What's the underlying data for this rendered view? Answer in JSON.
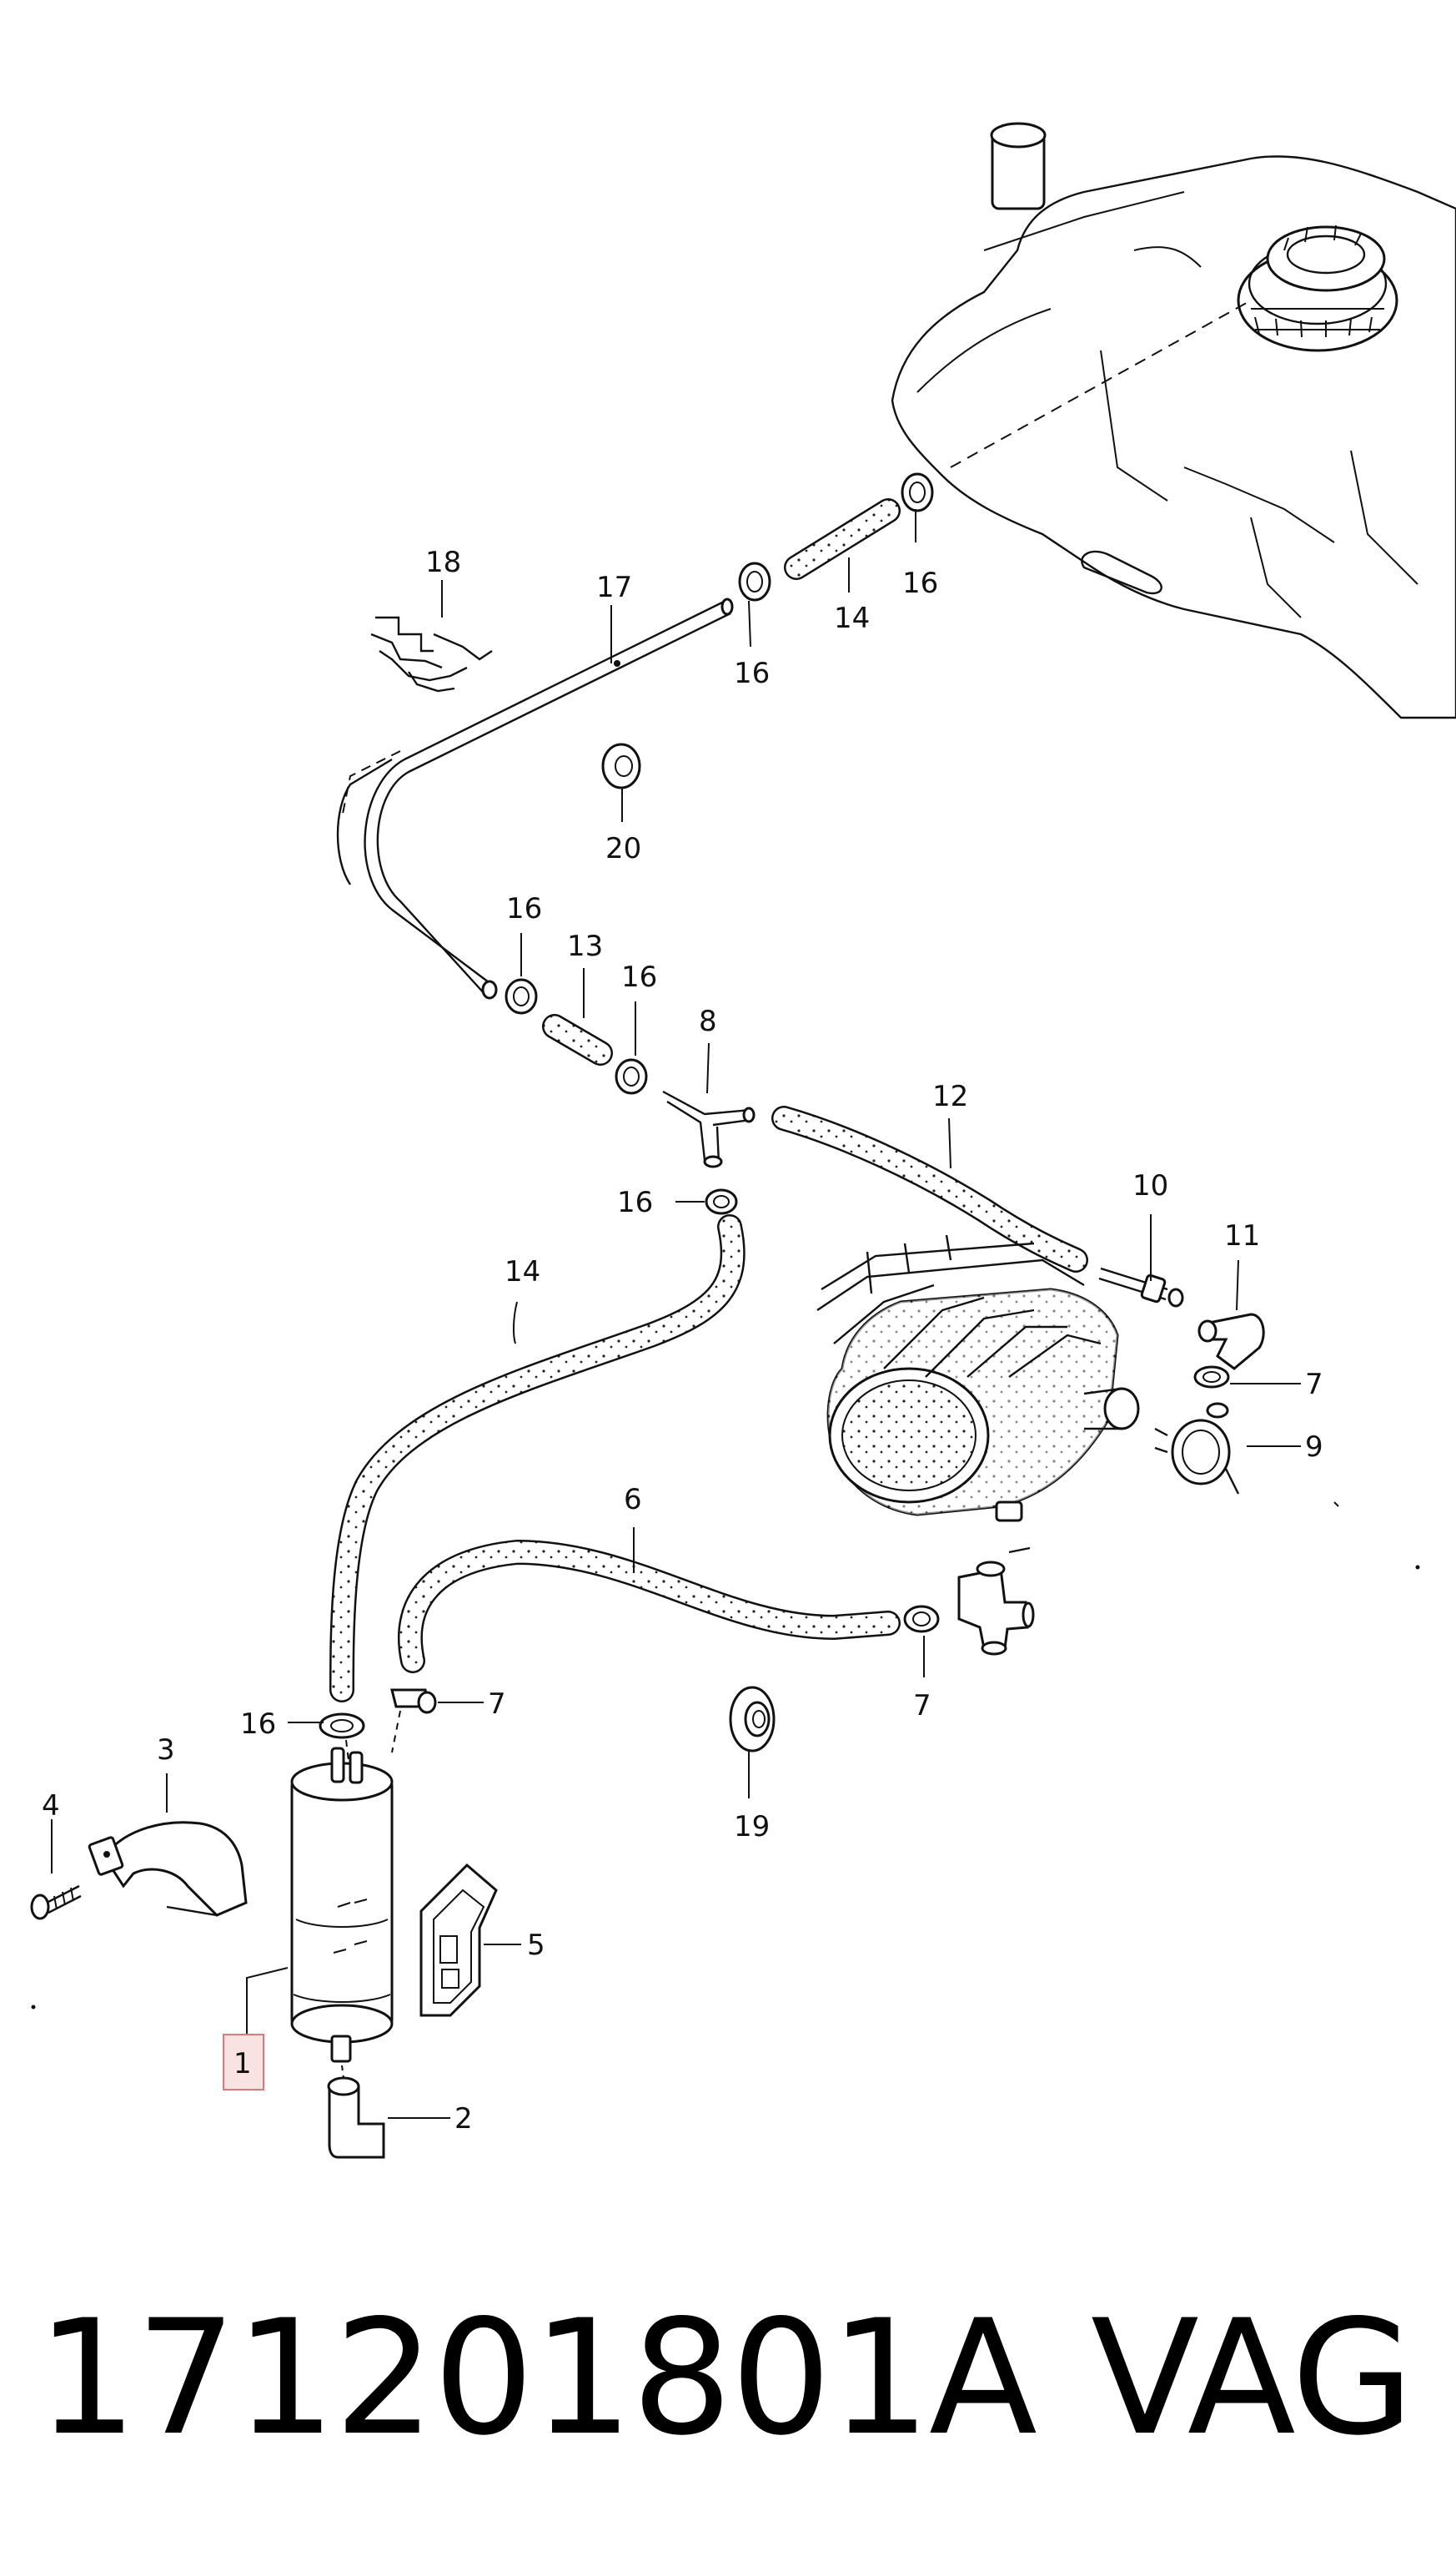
{
  "callouts": [
    "1",
    "2",
    "3",
    "4",
    "5",
    "6",
    "7",
    "8",
    "9",
    "10",
    "11",
    "12",
    "13",
    "14",
    "16",
    "17",
    "18",
    "19",
    "20"
  ],
  "labels": {
    "c1": "1",
    "c2": "2",
    "c3": "3",
    "c4": "4",
    "c5": "5",
    "c6": "6",
    "c7a": "7",
    "c7b": "7",
    "c7c": "7",
    "c8": "8",
    "c9": "9",
    "c10": "10",
    "c11": "11",
    "c12": "12",
    "c13": "13",
    "c14a": "14",
    "c14b": "14",
    "c16a": "16",
    "c16b": "16",
    "c16c": "16",
    "c16d": "16",
    "c16e": "16",
    "c16f": "16",
    "c17": "17",
    "c18": "18",
    "c19": "19",
    "c20": "20"
  },
  "highlighted_callout": "1",
  "colors": {
    "highlight_fill": "#f9e2e2",
    "highlight_border": "#d97a7a",
    "ink": "#111111"
  },
  "footer": {
    "part_number": "171201801A",
    "brand": "VAG"
  }
}
